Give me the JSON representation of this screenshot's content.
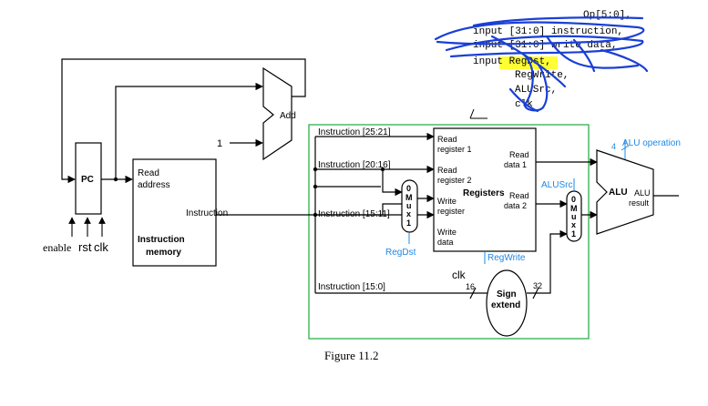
{
  "diagram": {
    "caption": "Figure 11.2",
    "code_lines": [
      "Op[5:0],",
      "input [31:0] instruction,",
      "input [31:0] write data,",
      "input RegDst,",
      "RegWrite,",
      "ALUSrc,",
      "clk"
    ],
    "add_label": "Add",
    "const_one": "1",
    "pc_label": "PC",
    "enable_label": "enable",
    "rst_label": "rst",
    "clk_label": "clk",
    "imem": {
      "read_address": [
        "Read",
        "address"
      ],
      "instruction": "Instruction",
      "title": [
        "Instruction",
        "memory"
      ]
    },
    "instr_fields": [
      "Instruction [25:21]",
      "Instruction [20:16]",
      "Instruction [15:11]",
      "Instruction [15:0]"
    ],
    "regfile": {
      "title": "Registers",
      "read_reg1": [
        "Read",
        "register 1"
      ],
      "read_reg2": [
        "Read",
        "register 2"
      ],
      "write_reg": [
        "Write",
        "register"
      ],
      "write_data": [
        "Write",
        "data"
      ],
      "read_data1": [
        "Read",
        "data 1"
      ],
      "read_data2": [
        "Read",
        "data 2"
      ]
    },
    "mux_letters": [
      "0",
      "M",
      "u",
      "x",
      "1"
    ],
    "regdst_label": "RegDst",
    "regwrite_label": "RegWrite",
    "alusrc_label": "ALUSrc",
    "alu_operation_label": "ALU operation",
    "alu_op_width": "4",
    "alu_label": "ALU",
    "alu_result": [
      "ALU",
      "result"
    ],
    "clk_regfile": "clk",
    "sign_extend": [
      "Sign",
      "extend"
    ],
    "width_16": "16",
    "width_32": "32",
    "colors": {
      "control_blue": "#1e88e5",
      "scribble_blue": "#1a3fd6",
      "highlight_yellow": "#ffff33",
      "box_green": "#2bb24c"
    }
  }
}
